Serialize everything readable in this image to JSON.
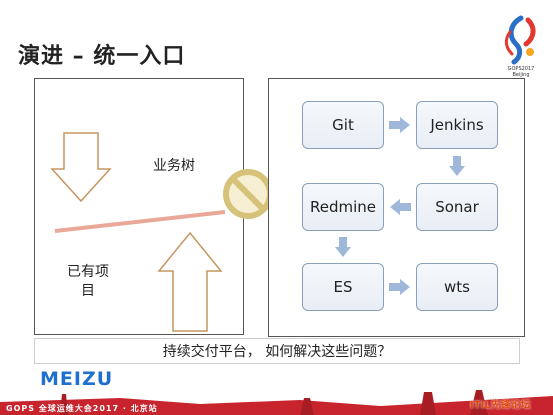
{
  "slide": {
    "title": "演进 – 统一入口",
    "caption": "持续交付平台， 如何解决这些问题？"
  },
  "logo": {
    "name": "gops-logo",
    "line1": "GOPS2017",
    "line2": "Beijing"
  },
  "left_panel": {
    "label_top": "业务树",
    "label_bottom_line1": "已有项",
    "label_bottom_line2": "目"
  },
  "pipeline": {
    "boxes": {
      "git": "Git",
      "jenkins": "Jenkins",
      "sonar": "Sonar",
      "redmine": "Redmine",
      "es": "ES",
      "wts": "wts"
    }
  },
  "footer": {
    "brand": "MEIZU",
    "event": "GOPS 全球运维大会2017 · 北京站",
    "watermark": "ITIL先锋论坛"
  },
  "colors": {
    "arrow_outline": "#c6955e",
    "connector_arrow": "#9fb7d9",
    "diagonal_line": "#eaa898",
    "prohibit_sign": "#d7c27a",
    "brand_blue": "#1f6fcf",
    "footer_red": "#c8242e"
  }
}
